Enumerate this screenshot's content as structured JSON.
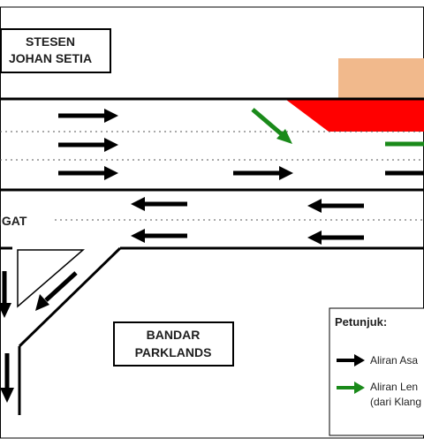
{
  "labels": {
    "station_line1": "STESEN",
    "station_line2": "JOHAN SETIA",
    "road_left": "IGAT",
    "area_line1": "BANDAR",
    "area_line2": "PARKLANDS"
  },
  "legend": {
    "title": "Petunjuk:",
    "item_black": "Aliran Asa",
    "item_green_line1": "Aliran Len",
    "item_green_line2": "(dari Klang"
  },
  "colors": {
    "arrow_black": "#000000",
    "arrow_green": "#1a8a1a",
    "red_zone": "#ff0000",
    "station_block": "#f1b98c",
    "road_line": "#000000"
  },
  "icons": {
    "black_arrow": "right-arrow-icon",
    "green_arrow": "right-arrow-icon"
  }
}
